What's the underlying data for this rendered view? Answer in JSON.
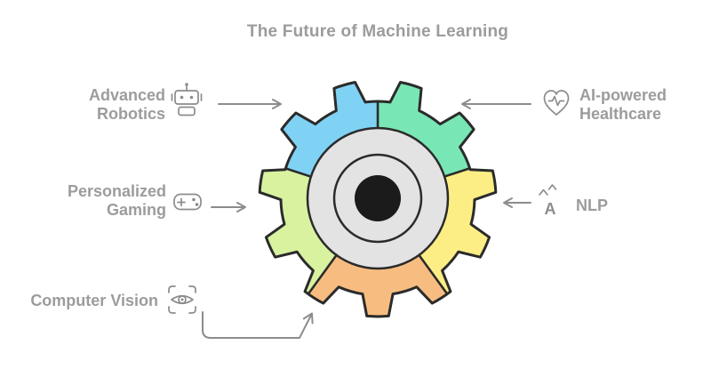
{
  "title": "The Future of Machine Learning",
  "labels": {
    "robotics": {
      "line1": "Advanced",
      "line2": "Robotics"
    },
    "healthcare": {
      "line1": "AI-powered",
      "line2": "Healthcare"
    },
    "gaming": {
      "line1": "Personalized",
      "line2": "Gaming"
    },
    "nlp": {
      "line1": "NLP"
    },
    "vision": {
      "line1": "Computer Vision"
    }
  },
  "segments": [
    {
      "id": "healthcare",
      "label": "AI-powered Healthcare",
      "color": "#79e7b5"
    },
    {
      "id": "nlp",
      "label": "NLP",
      "color": "#fcee85"
    },
    {
      "id": "vision",
      "label": "Computer Vision",
      "color": "#f7bd80"
    },
    {
      "id": "gaming",
      "label": "Personalized Gaming",
      "color": "#d8f2a0"
    },
    {
      "id": "robotics",
      "label": "Advanced Robotics",
      "color": "#7fd2f4"
    }
  ],
  "icons": {
    "robotics": "robot-icon",
    "healthcare": "heart-pulse-icon",
    "gaming": "gamepad-icon",
    "nlp": "translate-icon",
    "vision": "eye-scan-icon",
    "nlp_glyph": "A"
  },
  "colors": {
    "outline": "#2b2b2b",
    "hub_fill": "#e3e3e3",
    "hole_fill": "#1b1b1b",
    "text": "#9c9c9c",
    "muted": "#8c8c8c"
  }
}
